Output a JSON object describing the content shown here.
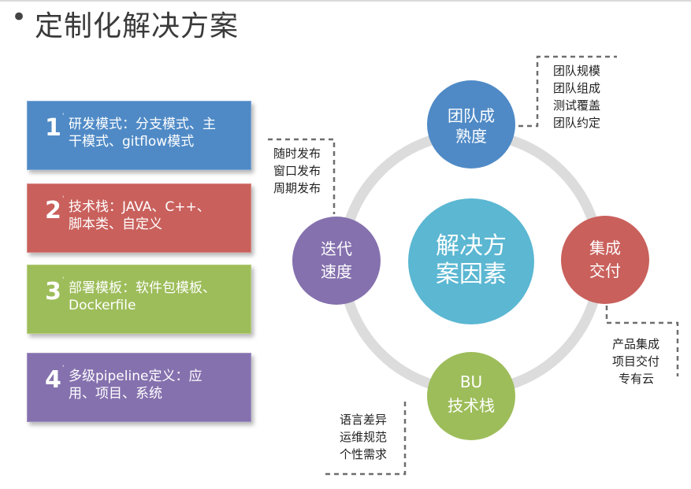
{
  "title": {
    "bullet": "•",
    "text": "定制化解决方案"
  },
  "boxes": [
    {
      "num": "1",
      "line1": "研发模式：分支模式、主",
      "line2": "干模式、gitflow模式",
      "color": "#4f8ac6"
    },
    {
      "num": "2",
      "line1": "技术栈：JAVA、C++、",
      "line2": "脚本类、自定义",
      "color": "#c9605c"
    },
    {
      "num": "3",
      "line1": "部署模板：软件包模板、",
      "line2": "Dockerfile",
      "color": "#9dbd5a"
    },
    {
      "num": "4",
      "line1": "多级pipeline定义：应",
      "line2": "用、项目、系统",
      "color": "#8571ae"
    }
  ],
  "center": {
    "line1": "解决方",
    "line2": "案因素",
    "color": "#5bb7d2"
  },
  "nodes": {
    "team": {
      "line1": "团队成",
      "line2": "熟度",
      "color": "#4f8ac6"
    },
    "integration": {
      "line1": "集成",
      "line2": "交付",
      "color": "#c9605c"
    },
    "bu": {
      "line1": "BU",
      "line2": "技术栈",
      "color": "#9dbd5a"
    },
    "iteration": {
      "line1": "迭代",
      "line2": "速度",
      "color": "#8571ae"
    }
  },
  "notes": {
    "team": [
      "团队规模",
      "团队组成",
      "测试覆盖",
      "团队约定"
    ],
    "iteration": [
      "随时发布",
      "窗口发布",
      "周期发布"
    ],
    "integration": [
      "产品集成",
      "项目交付",
      "专有云"
    ],
    "bu": [
      "语言差异",
      "运维规范",
      "个性需求"
    ]
  }
}
